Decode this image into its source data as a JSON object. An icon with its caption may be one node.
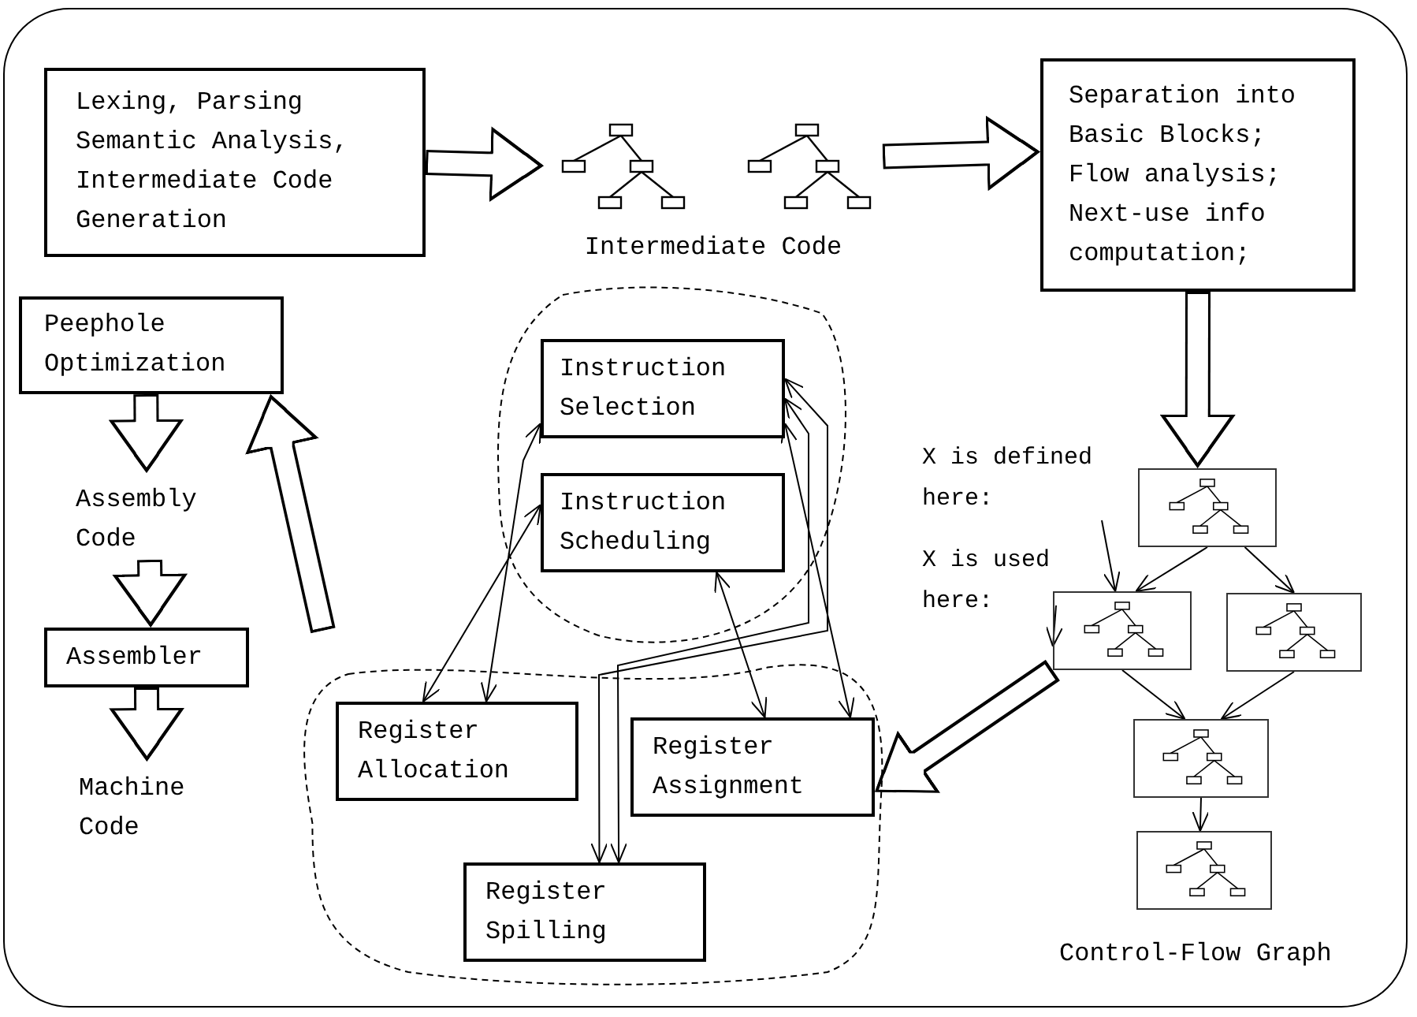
{
  "diagram": {
    "nodes": [
      {
        "text": [
          "Lexing, Parsing Semantic Analysis, Intermediate Code Generation"
        ]
      },
      {
        "text": [
          "Intermediate Code"
        ]
      },
      {
        "text": [
          "Separation into Basic Blocks; Flow analysis; Next-use info computation;"
        ]
      },
      {
        "text": [
          "Peephole Optimization"
        ]
      },
      {
        "text": [
          "Assembly Code"
        ]
      },
      {
        "text": [
          "Assembler"
        ]
      },
      {
        "text": [
          "Machine Code"
        ]
      },
      {
        "text": [],
        "shape": "cloud"
      },
      {
        "text": [
          "Instruction Selection"
        ],
        "in": 7
      },
      {
        "text": [
          "Instruction Scheduling"
        ],
        "in": 7
      },
      {
        "text": [],
        "shape": "cloud"
      },
      {
        "text": [
          "Register Allocation"
        ],
        "in": 10
      },
      {
        "text": [
          "Register Assignment"
        ],
        "in": 10
      },
      {
        "text": [
          "Register Spilling"
        ],
        "in": 10
      },
      {
        "text": [
          "X is defined here:"
        ]
      },
      {
        "text": [
          "X is used here:"
        ]
      },
      {
        "text": [],
        "shape": "box"
      },
      {
        "text": [],
        "shape": "box"
      },
      {
        "text": [],
        "shape": "box"
      },
      {
        "text": [],
        "shape": "box"
      },
      {
        "text": [],
        "shape": "box"
      }
    ],
    "edges": [
      {
        "from": 0,
        "to": 1,
        "arrow": "to",
        "style": "thick"
      },
      {
        "from": 1,
        "to": 2,
        "arrow": "to",
        "style": "thick"
      },
      {
        "from": 2,
        "to": 16,
        "arrow": "to",
        "style": "thick"
      },
      {
        "from": 17,
        "to": 12,
        "arrow": "to",
        "style": "thick"
      },
      {
        "from": null,
        "to": 3,
        "arrow": "to",
        "style": "thick"
      },
      {
        "from": 3,
        "to": 4,
        "arrow": "to",
        "style": "thick"
      },
      {
        "from": 4,
        "to": 5,
        "arrow": "to",
        "style": "thick"
      },
      {
        "from": 5,
        "to": 6,
        "arrow": "to",
        "style": "thick"
      },
      {
        "from": 9,
        "to": 11,
        "arrow": "both"
      },
      {
        "from": 8,
        "to": 11,
        "arrow": "both"
      },
      {
        "from": 8,
        "to": 13,
        "arrow": "both"
      },
      {
        "from": 8,
        "to": 13,
        "arrow": "both"
      },
      {
        "from": 8,
        "to": 12,
        "arrow": "both"
      },
      {
        "from": 9,
        "to": 12,
        "arrow": "both"
      },
      {
        "from": 16,
        "to": 17,
        "arrow": "to"
      },
      {
        "from": 16,
        "to": 18,
        "arrow": "to"
      },
      {
        "from": 17,
        "to": 19,
        "arrow": "to"
      },
      {
        "from": 18,
        "to": 19,
        "arrow": "to"
      },
      {
        "from": 19,
        "to": 20,
        "arrow": "to"
      },
      {
        "from": 14,
        "to": 17,
        "arrow": "to"
      },
      {
        "from": 15,
        "to": 17,
        "arrow": "to"
      }
    ],
    "labels": [
      "Control-Flow Graph"
    ]
  }
}
